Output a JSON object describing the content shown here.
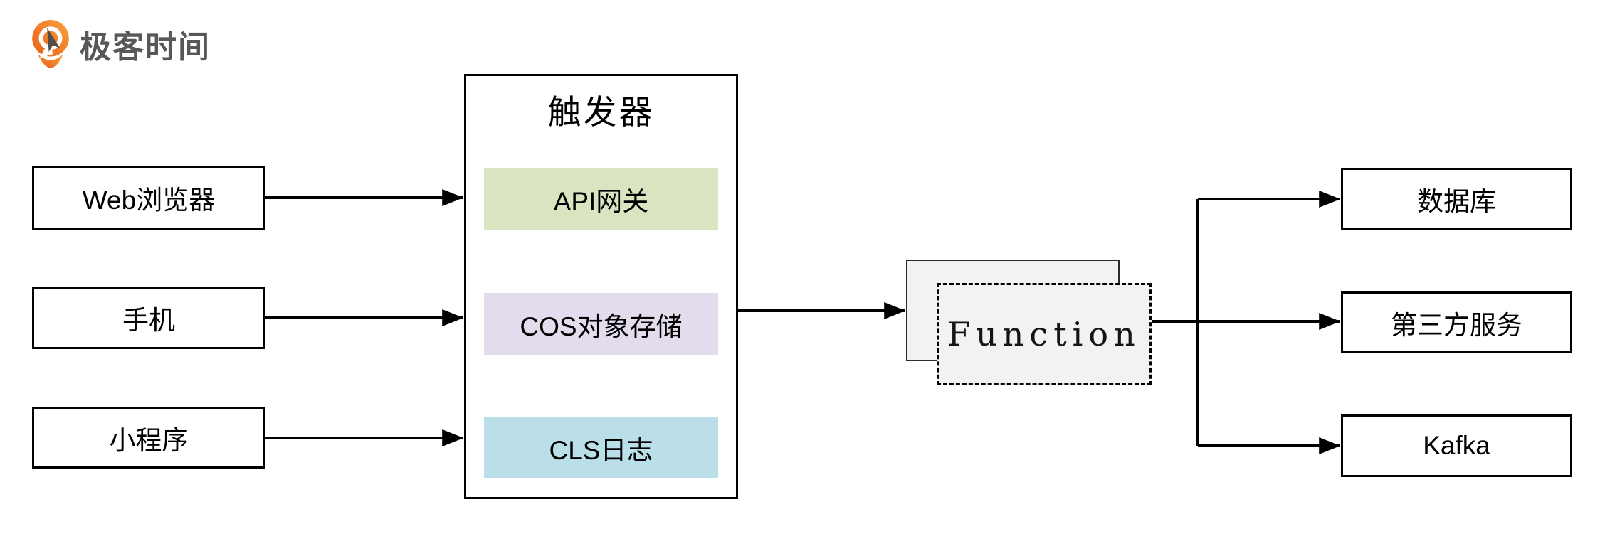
{
  "logo": {
    "brand": "极客时间",
    "icon": "geektime-pin-icon"
  },
  "sources": [
    {
      "label": "Web浏览器"
    },
    {
      "label": "手机"
    },
    {
      "label": "小程序"
    }
  ],
  "trigger": {
    "title": "触发器",
    "items": [
      {
        "label": "API网关",
        "bg": "#d9e5c1"
      },
      {
        "label": "COS对象存储",
        "bg": "#e2dcec"
      },
      {
        "label": "CLS日志",
        "bg": "#badfe9"
      }
    ]
  },
  "function_node": {
    "label": "Function"
  },
  "targets": [
    {
      "label": "数据库"
    },
    {
      "label": "第三方服务"
    },
    {
      "label": "Kafka"
    }
  ],
  "colors": {
    "brand_orange_dark": "#e85f17",
    "brand_orange_light": "#f9a03c",
    "brand_text": "#595757",
    "box_border": "#000000",
    "function_fill": "#f2f2f2",
    "background": "#ffffff"
  }
}
